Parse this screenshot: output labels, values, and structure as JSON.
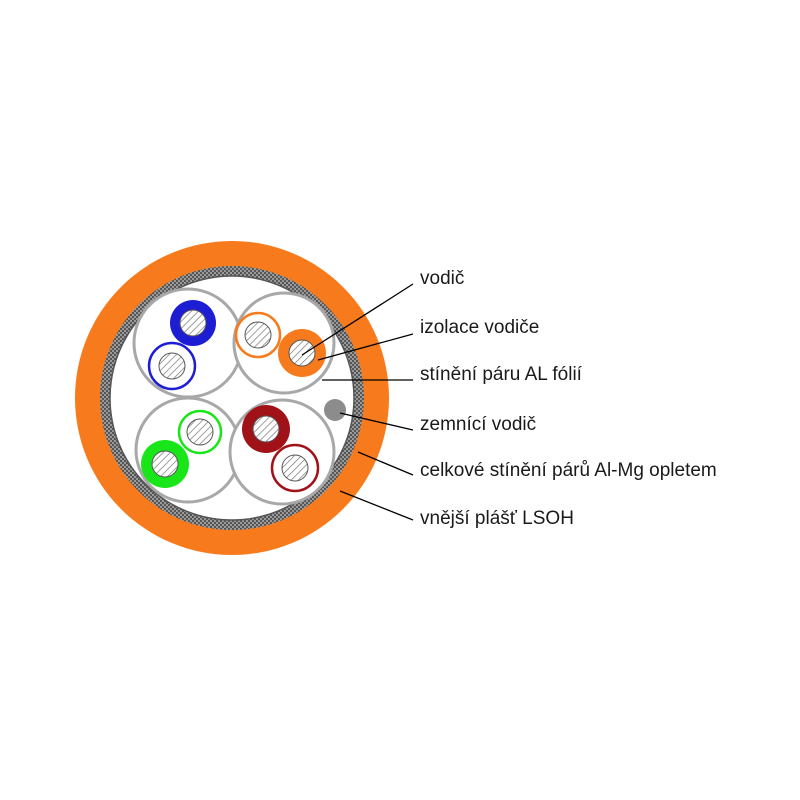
{
  "labels": {
    "conductor": "vodič",
    "conductor_insulation": "izolace vodiče",
    "pair_shield": "stínění páru AL fólií",
    "drain_wire": "zemnící vodič",
    "overall_shield": "celkové stínění párů Al-Mg opletem",
    "outer_jacket": "vnější plášť LSOH"
  },
  "colors": {
    "jacket": "#f77b1c",
    "braid": "#7a7a7a",
    "pair_foil": "#a8a8a8",
    "blue": "#1d1dd4",
    "orange": "#f77b1c",
    "green": "#19e619",
    "brown": "#a01218",
    "drain": "#8c8c8c",
    "leader": "#000000"
  }
}
